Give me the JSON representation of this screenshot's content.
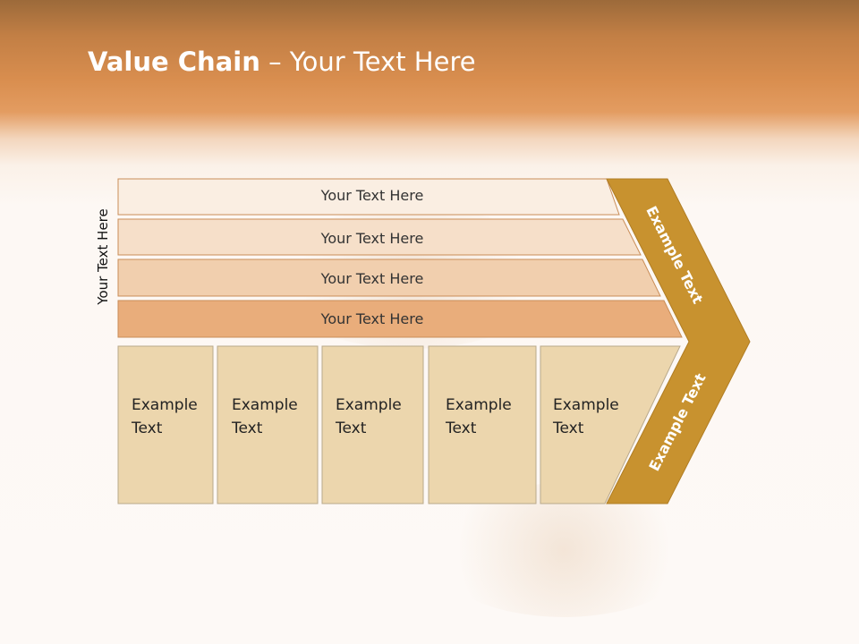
{
  "title": {
    "bold": "Value Chain",
    "rest": " – Your Text Here"
  },
  "vertical_label": "Your Text Here",
  "rows": [
    "Your Text Here",
    "Your Text Here",
    "Your Text Here",
    "Your Text Here"
  ],
  "columns": [
    {
      "line1": "Example",
      "line2": "Text"
    },
    {
      "line1": "Example",
      "line2": "Text"
    },
    {
      "line1": "Example",
      "line2": "Text"
    },
    {
      "line1": "Example",
      "line2": "Text"
    },
    {
      "line1": "Example",
      "line2": "Text"
    }
  ],
  "chevron_top": "Example Text",
  "chevron_bottom": "Example Text",
  "colors": {
    "row1": "#faeee2",
    "row2": "#f6dfc9",
    "row3": "#f1cfae",
    "row4": "#e9ad7b",
    "column": "#ecd6ad",
    "chevron": "#c8922f",
    "border": "#c98d58"
  }
}
